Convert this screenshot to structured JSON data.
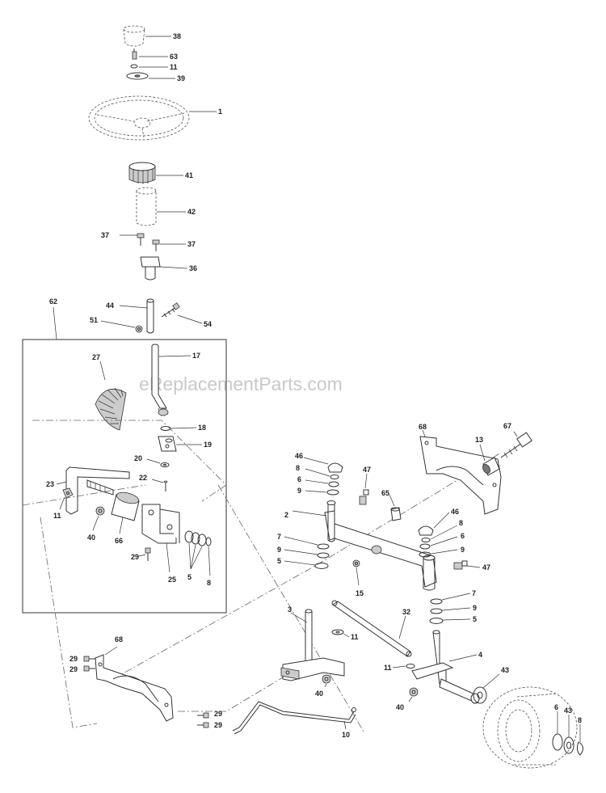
{
  "watermark": "eReplacementParts.com",
  "callouts": {
    "c38": "38",
    "c63": "63",
    "c11a": "11",
    "c39": "39",
    "c1": "1",
    "c41": "41",
    "c42": "42",
    "c37a": "37",
    "c37b": "37",
    "c36": "36",
    "c62": "62",
    "c44": "44",
    "c54": "54",
    "c51": "51",
    "c27": "27",
    "c17": "17",
    "c18": "18",
    "c19": "19",
    "c20": "20",
    "c22": "22",
    "c23": "23",
    "c11b": "11",
    "c40a": "40",
    "c66": "66",
    "c29a": "29",
    "c25": "25",
    "c5a": "5",
    "c8a": "8",
    "c68a": "68",
    "c67": "67",
    "c13": "13",
    "c46a": "46",
    "c8b": "8",
    "c6a": "6",
    "c9a": "9",
    "c47a": "47",
    "c65": "65",
    "c2": "2",
    "c7a": "7",
    "c9b": "9",
    "c5b": "5",
    "c15": "15",
    "c46b": "46",
    "c8c": "8",
    "c6b": "6",
    "c9c": "9",
    "c47b": "47",
    "c7b": "7",
    "c9d": "9",
    "c5c": "5",
    "c3": "3",
    "c11c": "11",
    "c32": "32",
    "c11d": "11",
    "c4": "4",
    "c40b": "40",
    "c40c": "40",
    "c43a": "43",
    "c68b": "68",
    "c29b": "29",
    "c29c": "29",
    "c29d": "29",
    "c29e": "29",
    "c10": "10",
    "c6c": "6",
    "c43b": "43",
    "c8d": "8"
  }
}
